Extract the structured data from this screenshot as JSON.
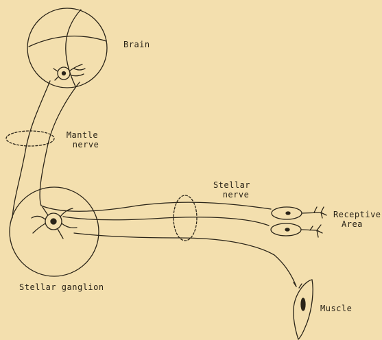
{
  "labels": {
    "brain": "Brain",
    "mantle_nerve_line1": "Mantle",
    "mantle_nerve_line2": "nerve",
    "stellar_nerve_line1": "Stellar",
    "stellar_nerve_line2": "nerve",
    "receptive_area_line1": "Receptive",
    "receptive_area_line2": "Area",
    "stellar_ganglion": "Stellar ganglion",
    "muscle": "Muscle"
  },
  "colors": {
    "background": "#f3dfae",
    "ink": "#2a2418"
  }
}
